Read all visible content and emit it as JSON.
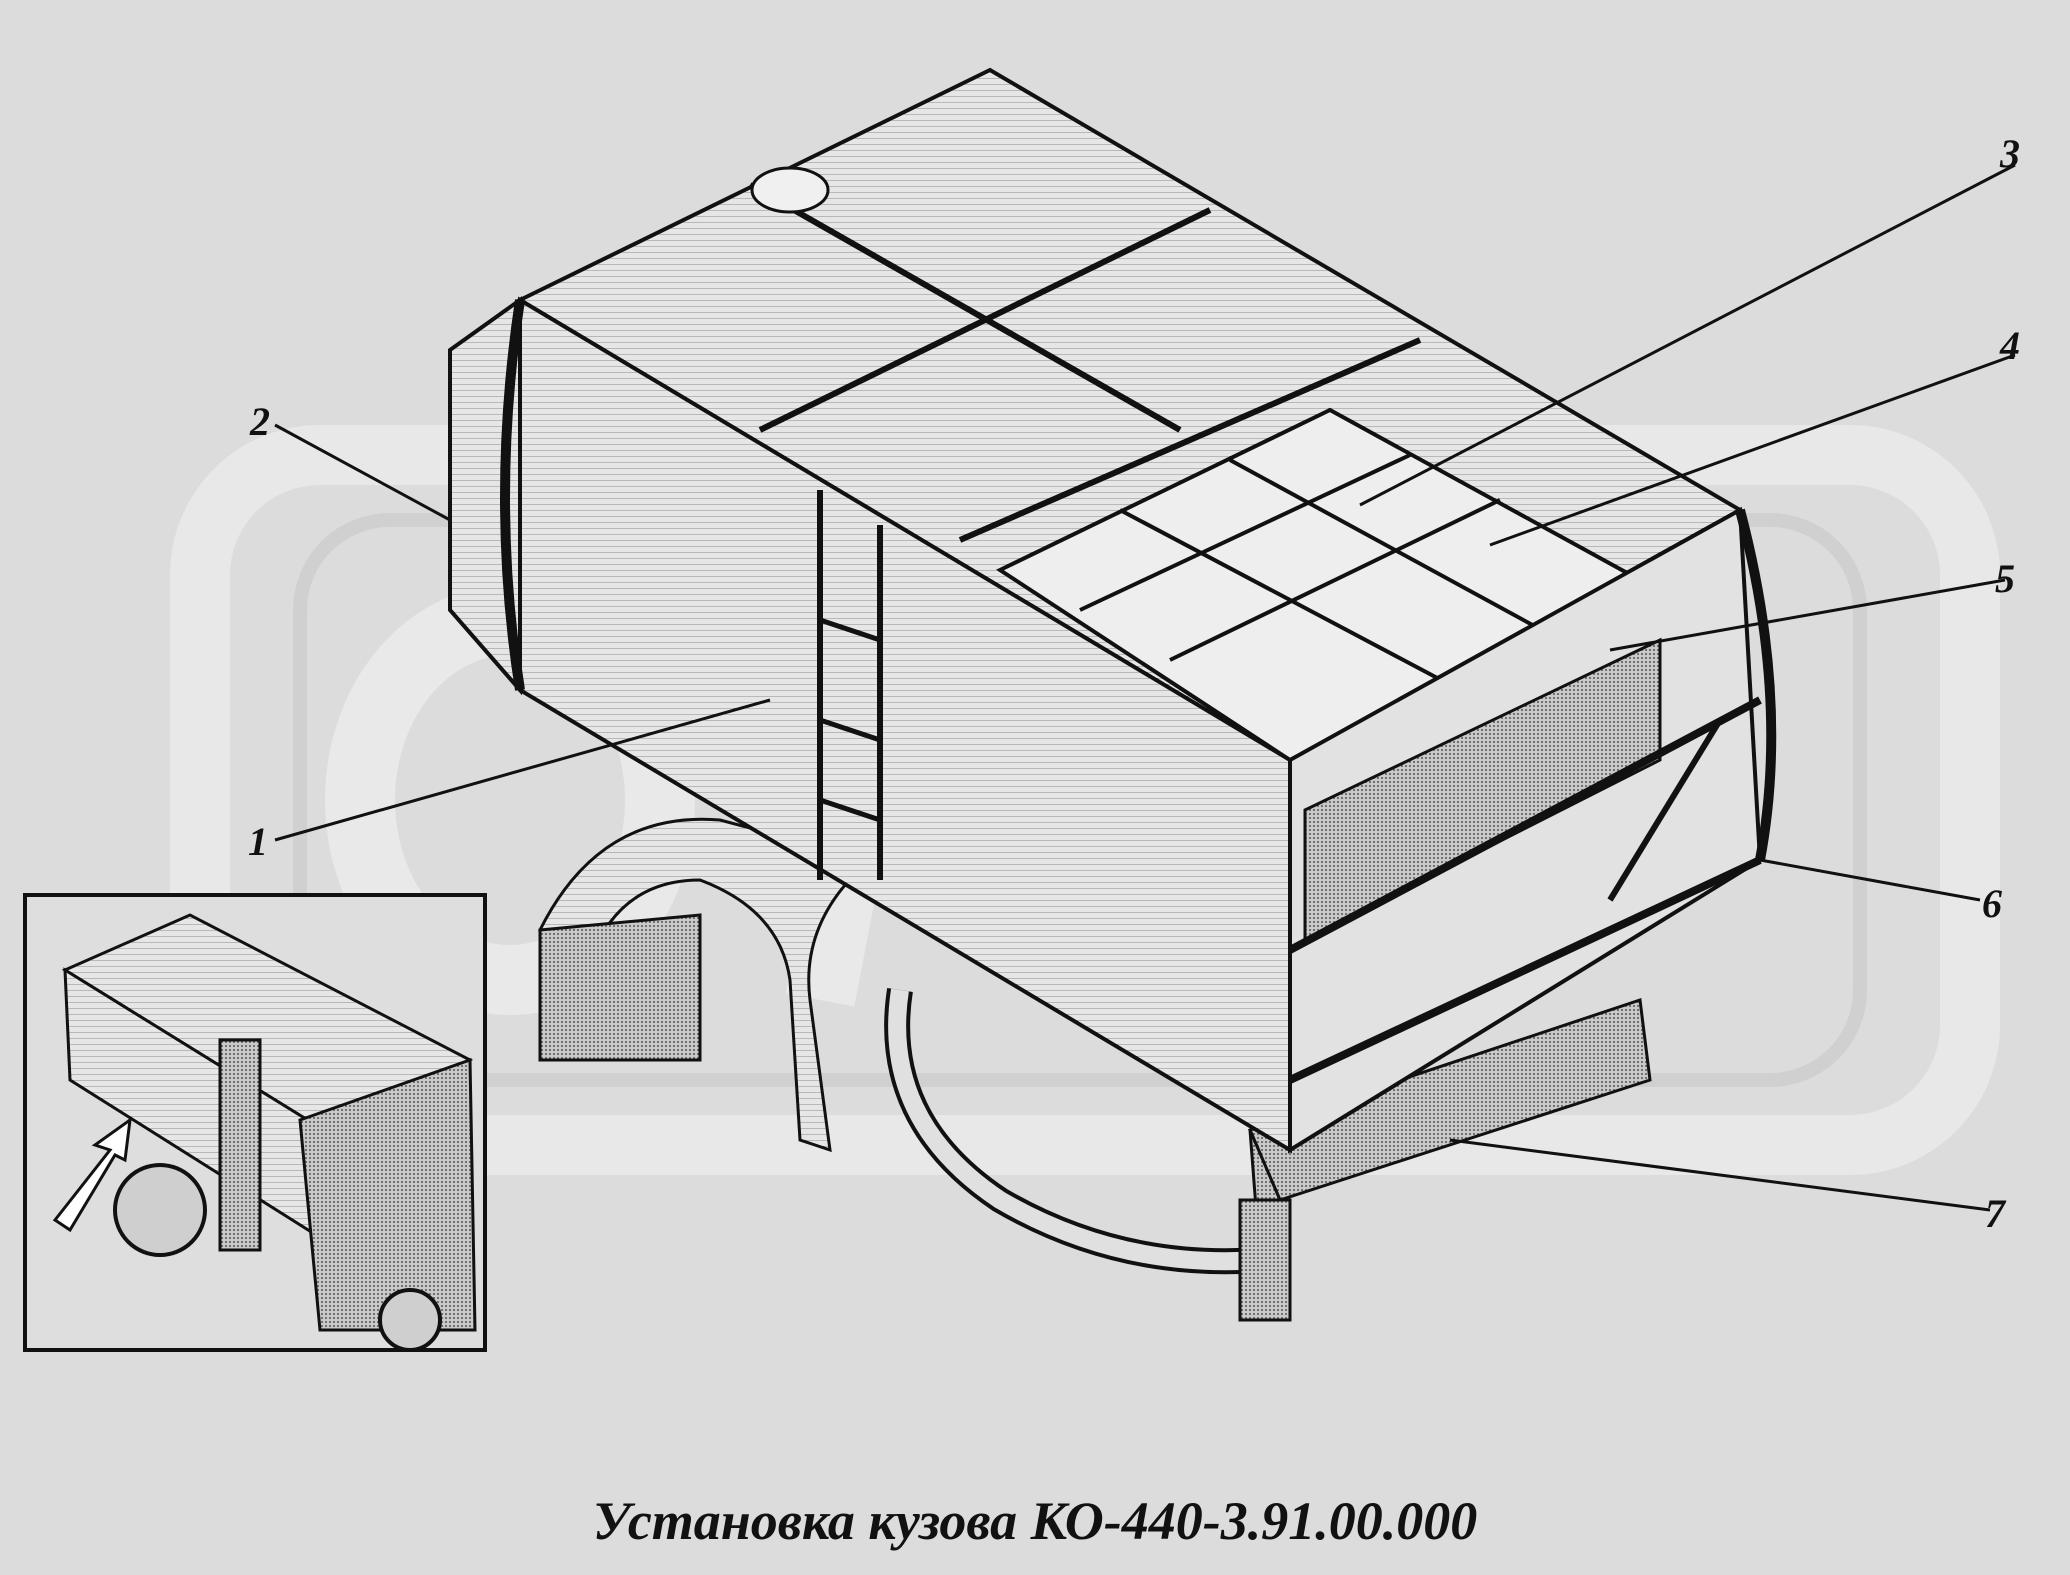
{
  "callouts": [
    "1",
    "2",
    "3",
    "4",
    "5",
    "6",
    "7"
  ],
  "caption": "Установка кузова КО-440-3.91.00.000"
}
